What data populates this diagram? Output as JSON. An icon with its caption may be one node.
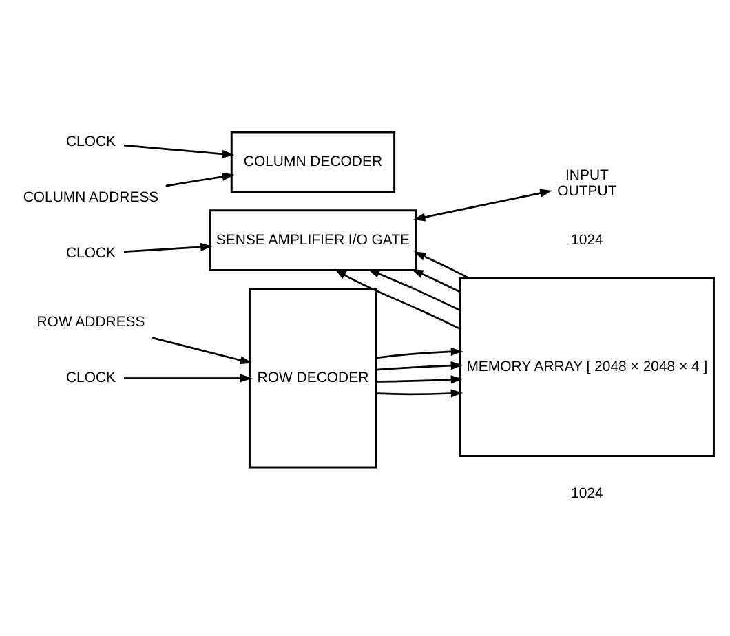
{
  "diagram": {
    "nodes": [
      {
        "text": [
          "COLUMN DECODER"
        ]
      },
      {
        "text": [
          "SENSE AMPLIFIER I/O GATE"
        ]
      },
      {
        "text": [
          "ROW DECODER"
        ]
      },
      {
        "text": [
          "MEMORY ARRAY [ 2048 × 2048 × 4 ]"
        ]
      },
      {
        "text": [
          "CLOCK"
        ]
      },
      {
        "text": [
          "COLUMN ADDRESS"
        ]
      },
      {
        "text": [
          "CLOCK"
        ]
      },
      {
        "text": [
          "INPUT",
          "OUTPUT"
        ]
      },
      {
        "text": [
          "ROW ADDRESS"
        ]
      },
      {
        "text": [
          "CLOCK"
        ]
      }
    ],
    "edges": [
      {
        "from": 4,
        "to": 0,
        "arrow": "to"
      },
      {
        "from": 5,
        "to": 0,
        "arrow": "to"
      },
      {
        "from": 6,
        "to": 1,
        "arrow": "to"
      },
      {
        "from": 1,
        "to": 7,
        "arrow": "both"
      },
      {
        "from": 8,
        "to": 2,
        "arrow": "to"
      },
      {
        "from": 9,
        "to": 2,
        "arrow": "to"
      },
      {
        "from": 3,
        "to": 1,
        "arrow": "to"
      },
      {
        "from": 3,
        "to": 1,
        "arrow": "to"
      },
      {
        "from": 3,
        "to": 1,
        "arrow": "to"
      },
      {
        "from": 3,
        "to": 1,
        "arrow": "to"
      },
      {
        "from": 2,
        "to": 3,
        "arrow": "to"
      },
      {
        "from": 2,
        "to": 3,
        "arrow": "to"
      },
      {
        "from": 2,
        "to": 3,
        "arrow": "to"
      },
      {
        "from": 2,
        "to": 3,
        "arrow": "to"
      }
    ],
    "labels": [
      "1024",
      "1024"
    ]
  }
}
